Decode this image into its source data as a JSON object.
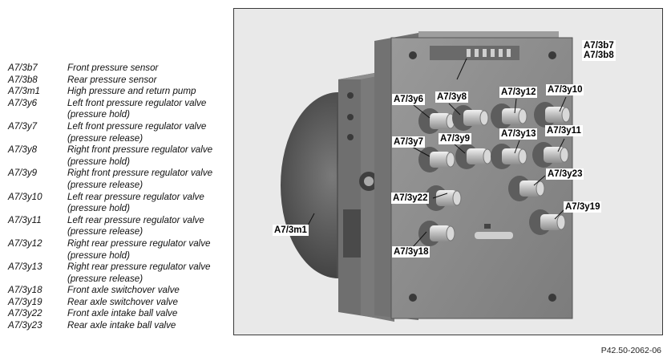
{
  "legend": [
    {
      "code": "A7/3b7",
      "desc": "Front pressure sensor"
    },
    {
      "code": "A7/3b8",
      "desc": "Rear pressure sensor"
    },
    {
      "code": "A7/3m1",
      "desc": "High pressure and return pump"
    },
    {
      "code": "A7/3y6",
      "desc": "Left front pressure regulator valve (pressure hold)"
    },
    {
      "code": "A7/3y7",
      "desc": "Left front pressure regulator valve (pressure release)"
    },
    {
      "code": "A7/3y8",
      "desc": "Right front pressure regulator valve (pressure hold)"
    },
    {
      "code": "A7/3y9",
      "desc": "Right front pressure regulator valve (pressure release)"
    },
    {
      "code": "A7/3y10",
      "desc": "Left rear pressure regulator valve (pressure hold)"
    },
    {
      "code": "A7/3y11",
      "desc": "Left rear pressure regulator valve (pressure release)"
    },
    {
      "code": "A7/3y12",
      "desc": "Right rear pressure regulator valve (pressure hold)"
    },
    {
      "code": "A7/3y13",
      "desc": "Right rear pressure regulator valve (pressure release)"
    },
    {
      "code": "A7/3y18",
      "desc": "Front axle switchover valve"
    },
    {
      "code": "A7/3y19",
      "desc": "Rear axle switchover valve"
    },
    {
      "code": "A7/3y22",
      "desc": "Front axle intake ball valve"
    },
    {
      "code": "A7/3y23",
      "desc": "Rear axle intake ball valve"
    }
  ],
  "callouts": {
    "b7b8": "A7/3b7\nA7/3b8",
    "y6": "A7/3y6",
    "y8": "A7/3y8",
    "y12": "A7/3y12",
    "y10": "A7/3y10",
    "y7": "A7/3y7",
    "y9": "A7/3y9",
    "y13": "A7/3y13",
    "y11": "A7/3y11",
    "y23": "A7/3y23",
    "y22": "A7/3y22",
    "y19": "A7/3y19",
    "y18": "A7/3y18",
    "m1": "A7/3m1"
  },
  "reference": "P42.50-2062-06",
  "colors": {
    "block_face": "#8a8a8a",
    "block_side": "#6f6f6f",
    "pump": "#5a5a5a",
    "figure_bg": "#e9e9e9"
  }
}
